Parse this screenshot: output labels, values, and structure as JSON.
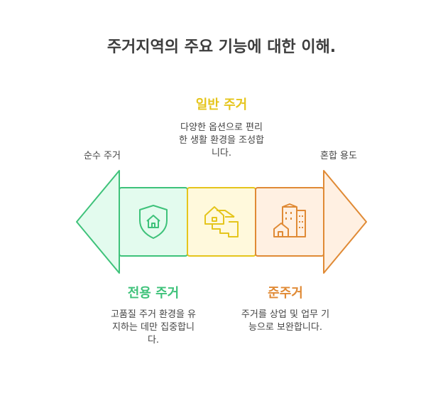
{
  "title": "주거지역의 주요 기능에 대한 이해.",
  "left_end_label": "순수 주거",
  "right_end_label": "혼합 용도",
  "sections": [
    {
      "key": "exclusive",
      "heading": "전용 주거",
      "desc_lines": [
        "고품질 주거 환경을 유",
        "지하는 데만 집중합니",
        "다."
      ],
      "color": "#3ec27a",
      "fill": "#e3fbee",
      "icon": "home-shield-icon"
    },
    {
      "key": "general",
      "heading": "일반 주거",
      "desc_lines": [
        "다양한 옵션으로 편리",
        "한 생활 환경을 조성합",
        "니다."
      ],
      "color": "#e5c51c",
      "fill": "#fff9dc",
      "icon": "house-stairs-icon"
    },
    {
      "key": "semi",
      "heading": "준주거",
      "desc_lines": [
        "주거를 상업 및 업무 기",
        "능으로 보완합니다."
      ],
      "color": "#e08a35",
      "fill": "#fff0e2",
      "icon": "house-building-icon"
    }
  ]
}
